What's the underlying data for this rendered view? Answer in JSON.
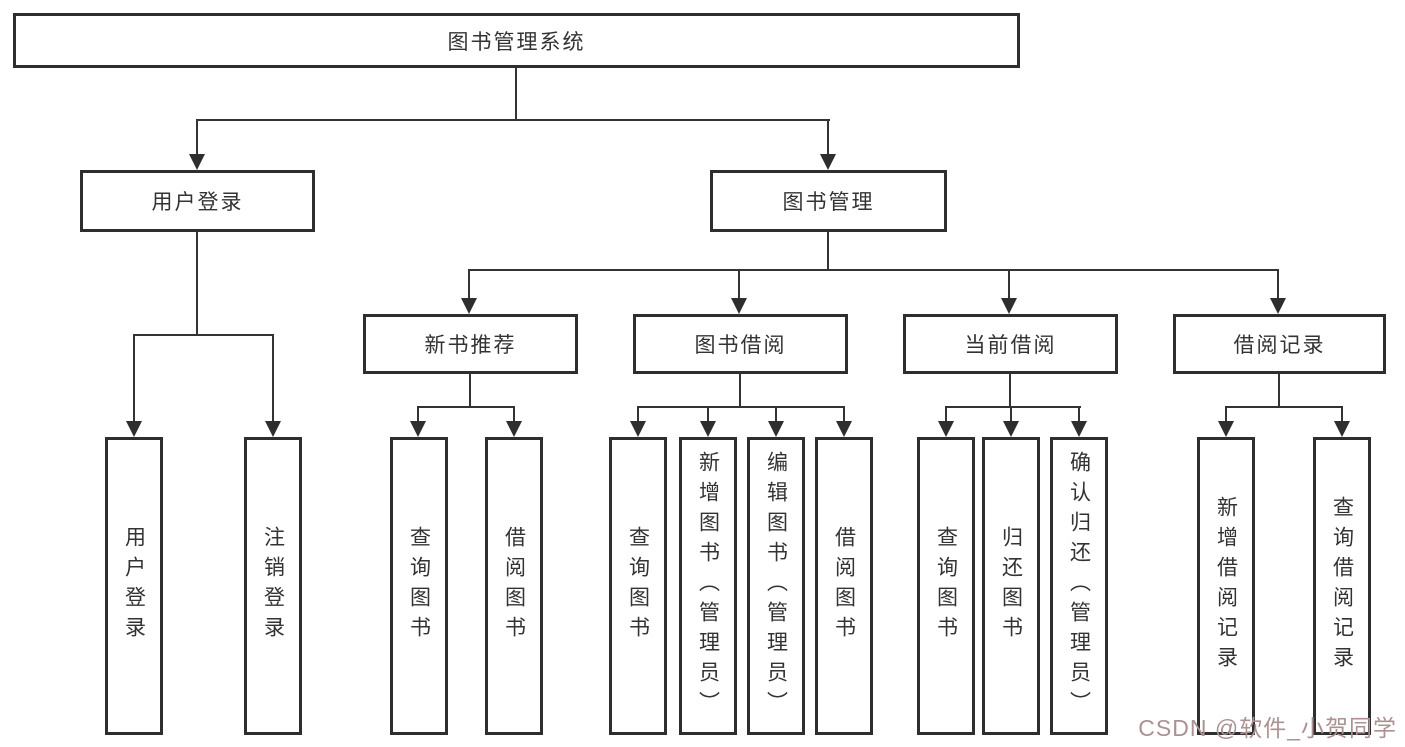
{
  "diagram": {
    "title": "图书管理系统",
    "type": "hierarchy-tree",
    "colors": {
      "background": "#ffffff",
      "box_border": "#2e2e2e",
      "line": "#333333",
      "text": "#333333",
      "watermark": "#ab9191"
    },
    "nodes": {
      "root": "图书管理系统",
      "user_login": "用户登录",
      "book_mgmt": "图书管理",
      "new_book_rec": "新书推荐",
      "book_borrow": "图书借阅",
      "current_borrow": "当前借阅",
      "borrow_record": "借阅记录",
      "leaf_user_login": "用户登录",
      "leaf_logout": "注销登录",
      "leaf_nb_query": "查询图书",
      "leaf_nb_borrow": "借阅图书",
      "leaf_bb_query": "查询图书",
      "leaf_bb_add": "新增图书（管理员）",
      "leaf_bb_edit": "编辑图书（管理员）",
      "leaf_bb_borrow": "借阅图书",
      "leaf_cb_query": "查询图书",
      "leaf_cb_return": "归还图书",
      "leaf_cb_confirm": "确认归还（管理员）",
      "leaf_br_add": "新增借阅记录",
      "leaf_br_query": "查询借阅记录"
    },
    "edges": [
      {
        "from": "root",
        "to": "user_login"
      },
      {
        "from": "root",
        "to": "book_mgmt"
      },
      {
        "from": "user_login",
        "to": "leaf_user_login"
      },
      {
        "from": "user_login",
        "to": "leaf_logout"
      },
      {
        "from": "book_mgmt",
        "to": "new_book_rec"
      },
      {
        "from": "book_mgmt",
        "to": "book_borrow"
      },
      {
        "from": "book_mgmt",
        "to": "current_borrow"
      },
      {
        "from": "book_mgmt",
        "to": "borrow_record"
      },
      {
        "from": "new_book_rec",
        "to": "leaf_nb_query"
      },
      {
        "from": "new_book_rec",
        "to": "leaf_nb_borrow"
      },
      {
        "from": "book_borrow",
        "to": "leaf_bb_query"
      },
      {
        "from": "book_borrow",
        "to": "leaf_bb_add"
      },
      {
        "from": "book_borrow",
        "to": "leaf_bb_edit"
      },
      {
        "from": "book_borrow",
        "to": "leaf_bb_borrow"
      },
      {
        "from": "current_borrow",
        "to": "leaf_cb_query"
      },
      {
        "from": "current_borrow",
        "to": "leaf_cb_return"
      },
      {
        "from": "current_borrow",
        "to": "leaf_cb_confirm"
      },
      {
        "from": "borrow_record",
        "to": "leaf_br_add"
      },
      {
        "from": "borrow_record",
        "to": "leaf_br_query"
      }
    ],
    "watermark": "CSDN @软件_小贺同学"
  }
}
